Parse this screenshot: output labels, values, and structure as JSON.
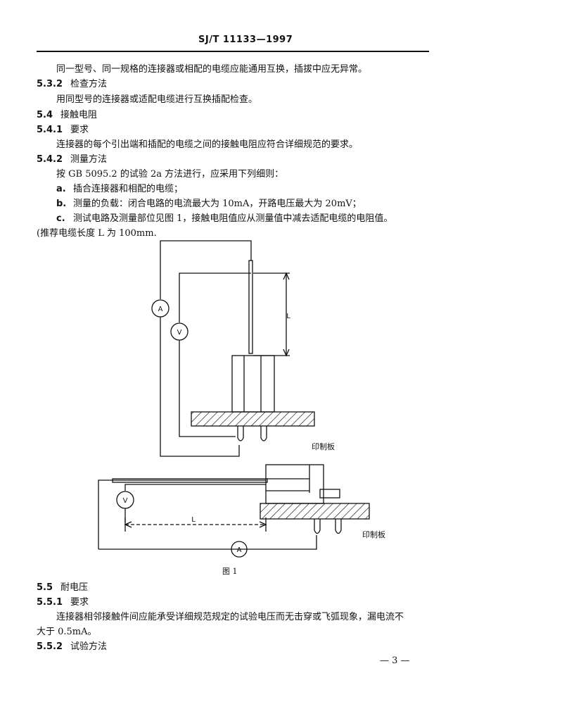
{
  "header": {
    "doc_no": "SJ/T 11133—1997"
  },
  "lines": [
    {
      "id": "p1",
      "text": "同一型号、同一规格的连接器或相配的电缆应能通用互换，插拔中应无异常。"
    },
    {
      "id": "s532_num",
      "text": "5.3.2"
    },
    {
      "id": "s532_title",
      "text": "检查方法"
    },
    {
      "id": "p2",
      "text": "用同型号的连接器或适配电缆进行互换插配检查。"
    },
    {
      "id": "s54_num",
      "text": "5.4"
    },
    {
      "id": "s54_title",
      "text": "接触电阻"
    },
    {
      "id": "s541_num",
      "text": "5.4.1"
    },
    {
      "id": "s541_title",
      "text": "要求"
    },
    {
      "id": "p3",
      "text": "连接器的每个引出端和插配的电缆之间的接触电阻应符合详细规范的要求。"
    },
    {
      "id": "s542_num",
      "text": "5.4.2"
    },
    {
      "id": "s542_title",
      "text": "测量方法"
    },
    {
      "id": "p4",
      "text": "按 GB 5095.2 的试验 2a 方法进行，应采用下列细则："
    },
    {
      "id": "a_mark",
      "text": "a."
    },
    {
      "id": "a_text",
      "text": "插合连接器和相配的电缆；"
    },
    {
      "id": "b_mark",
      "text": "b."
    },
    {
      "id": "b_text",
      "text": "测量的负载：闭合电路的电流最大为 10mA，开路电压最大为 20mV；"
    },
    {
      "id": "c_mark",
      "text": "c."
    },
    {
      "id": "c_text",
      "text": "测试电路及测量部位见图 1，接触电阻值应从测量值中减去适配电缆的电阻值。"
    },
    {
      "id": "p5",
      "text": "(推荐电缆长度 L 为 100mm."
    },
    {
      "id": "s55_num",
      "text": "5.5"
    },
    {
      "id": "s55_title",
      "text": "耐电压"
    },
    {
      "id": "s551_num",
      "text": "5.5.1"
    },
    {
      "id": "s551_title",
      "text": "要求"
    },
    {
      "id": "p6",
      "text": "连接器相邻接触件间应能承受详细规范规定的试验电压而无击穿或飞弧现象，漏电流不"
    },
    {
      "id": "p7",
      "text": "大于 0.5mA。"
    },
    {
      "id": "s552_num",
      "text": "5.5.2"
    },
    {
      "id": "s552_title",
      "text": "试验方法"
    }
  ],
  "figure": {
    "caption": "图 1",
    "ammeter": "A",
    "voltmeter": "V",
    "length_label": "L",
    "pcb_label": "印制板"
  },
  "footer": {
    "page_no": "— 3 —"
  }
}
